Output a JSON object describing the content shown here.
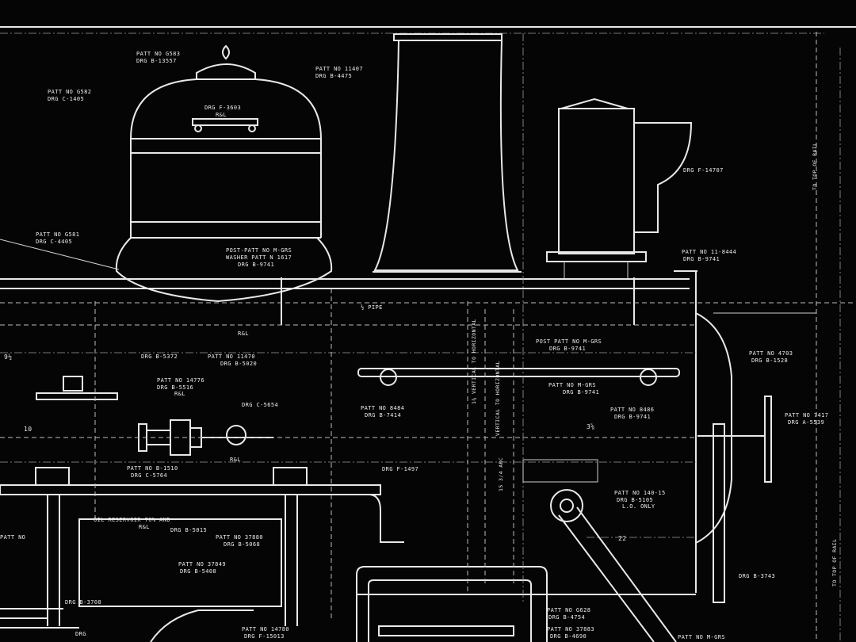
{
  "labels": {
    "dome_patt": "PATT NO G583",
    "dome_drg": "DRG B-13557",
    "left_patt": "PATT NO G582",
    "left_drg": "DRG C-1405",
    "dome_drgf": "DRG F-3603",
    "dome_rl": "R&L",
    "stack_patt": "PATT NO 11407",
    "stack_drg": "DRG B-4475",
    "left2_patt": "PATT NO G581",
    "left2_drg": "DRG C-4405",
    "post_patt": "POST-PATT NO M-GRS",
    "washer_patt": "WASHER PATT N 1617",
    "washer_drg": "DRG B-9741",
    "pipe": "½ PIPE",
    "rl_center": "R&L",
    "drg_b5372": "DRG B-5372",
    "patt_left_mid": "PATT NO 11470",
    "drg_b5020": "DRG B-5020",
    "patt_14776": "PATT NO 14776",
    "drg_b5516": "DRG B-5516",
    "rl_left": "R&L",
    "drg_c": "DRG C-5654",
    "patt_1510": "PATT NO B-1510",
    "drg_c5764": "DRG C-5764",
    "rl_valve": "R&L",
    "drg_f1497": "DRG F-1497",
    "drg_f14707": "DRG F-14707",
    "patt_right_top": "PATT NO 11-8444",
    "drg_right_top": "DRG B-9741",
    "post_patt2": "POST PATT NO M-GRS",
    "post_drg2": "DRG B-9741",
    "patt_r1": "PATT NO M-GRS",
    "drg_r1": "DRG B-9741",
    "patt_mid": "PATT NO 8484",
    "drg_mid": "DRG B-7414",
    "patt_8486": "PATT NO 8486",
    "drg_8486": "DRG B-9741",
    "dim_336": "3⅝",
    "patt_rr": "PATT NO 4703",
    "drg_rr": "DRG B-1528",
    "patt_far": "PATT NO 7417",
    "drg_far": "DRG A-5539",
    "patt_14015": "PATT NO 140-15",
    "drg_5105": "DRG B-5105",
    "lo_only": "L.O. ONLY",
    "drg_b3743": "DRG B-3743",
    "patt_g628": "PATT NO G628",
    "drg_4754": "DRG B-4754",
    "patt_37883": "PATT NO 37883",
    "drg_4690": "DRG B-4690",
    "patt_m2": "PATT NO M-GRS",
    "reservoir": "OIL RESERVOIR 70% AND",
    "res_rl": "R&L",
    "res_drg": "DRG B-5015",
    "patt_res2": "PATT NO 37880",
    "drg_res2": "DRG B-5068",
    "patt_res3": "PATT NO 37849",
    "drg_res3": "DRG B-5408",
    "drg_b3708": "DRG B-3708",
    "patt_bot": "PATT NO 14780",
    "drg_bot": "DRG F-15013",
    "drg_left_bot": "DRG",
    "patt_left_cut": "PATT NO",
    "dim_9half": "9½",
    "dim_10": "10",
    "dim_22": "22",
    "vert_center": "1¾ VERTICAL TO HORIZONTAL",
    "vert_center2": "VERTICAL TO HORIZONTAL",
    "arc": "15 3/4 ARC",
    "side_top": "TO TOP OF RAIL",
    "side_bot": "TO TOP OF RAIL"
  },
  "colors": {
    "background": "#050505",
    "line": "#e8e8e8"
  }
}
